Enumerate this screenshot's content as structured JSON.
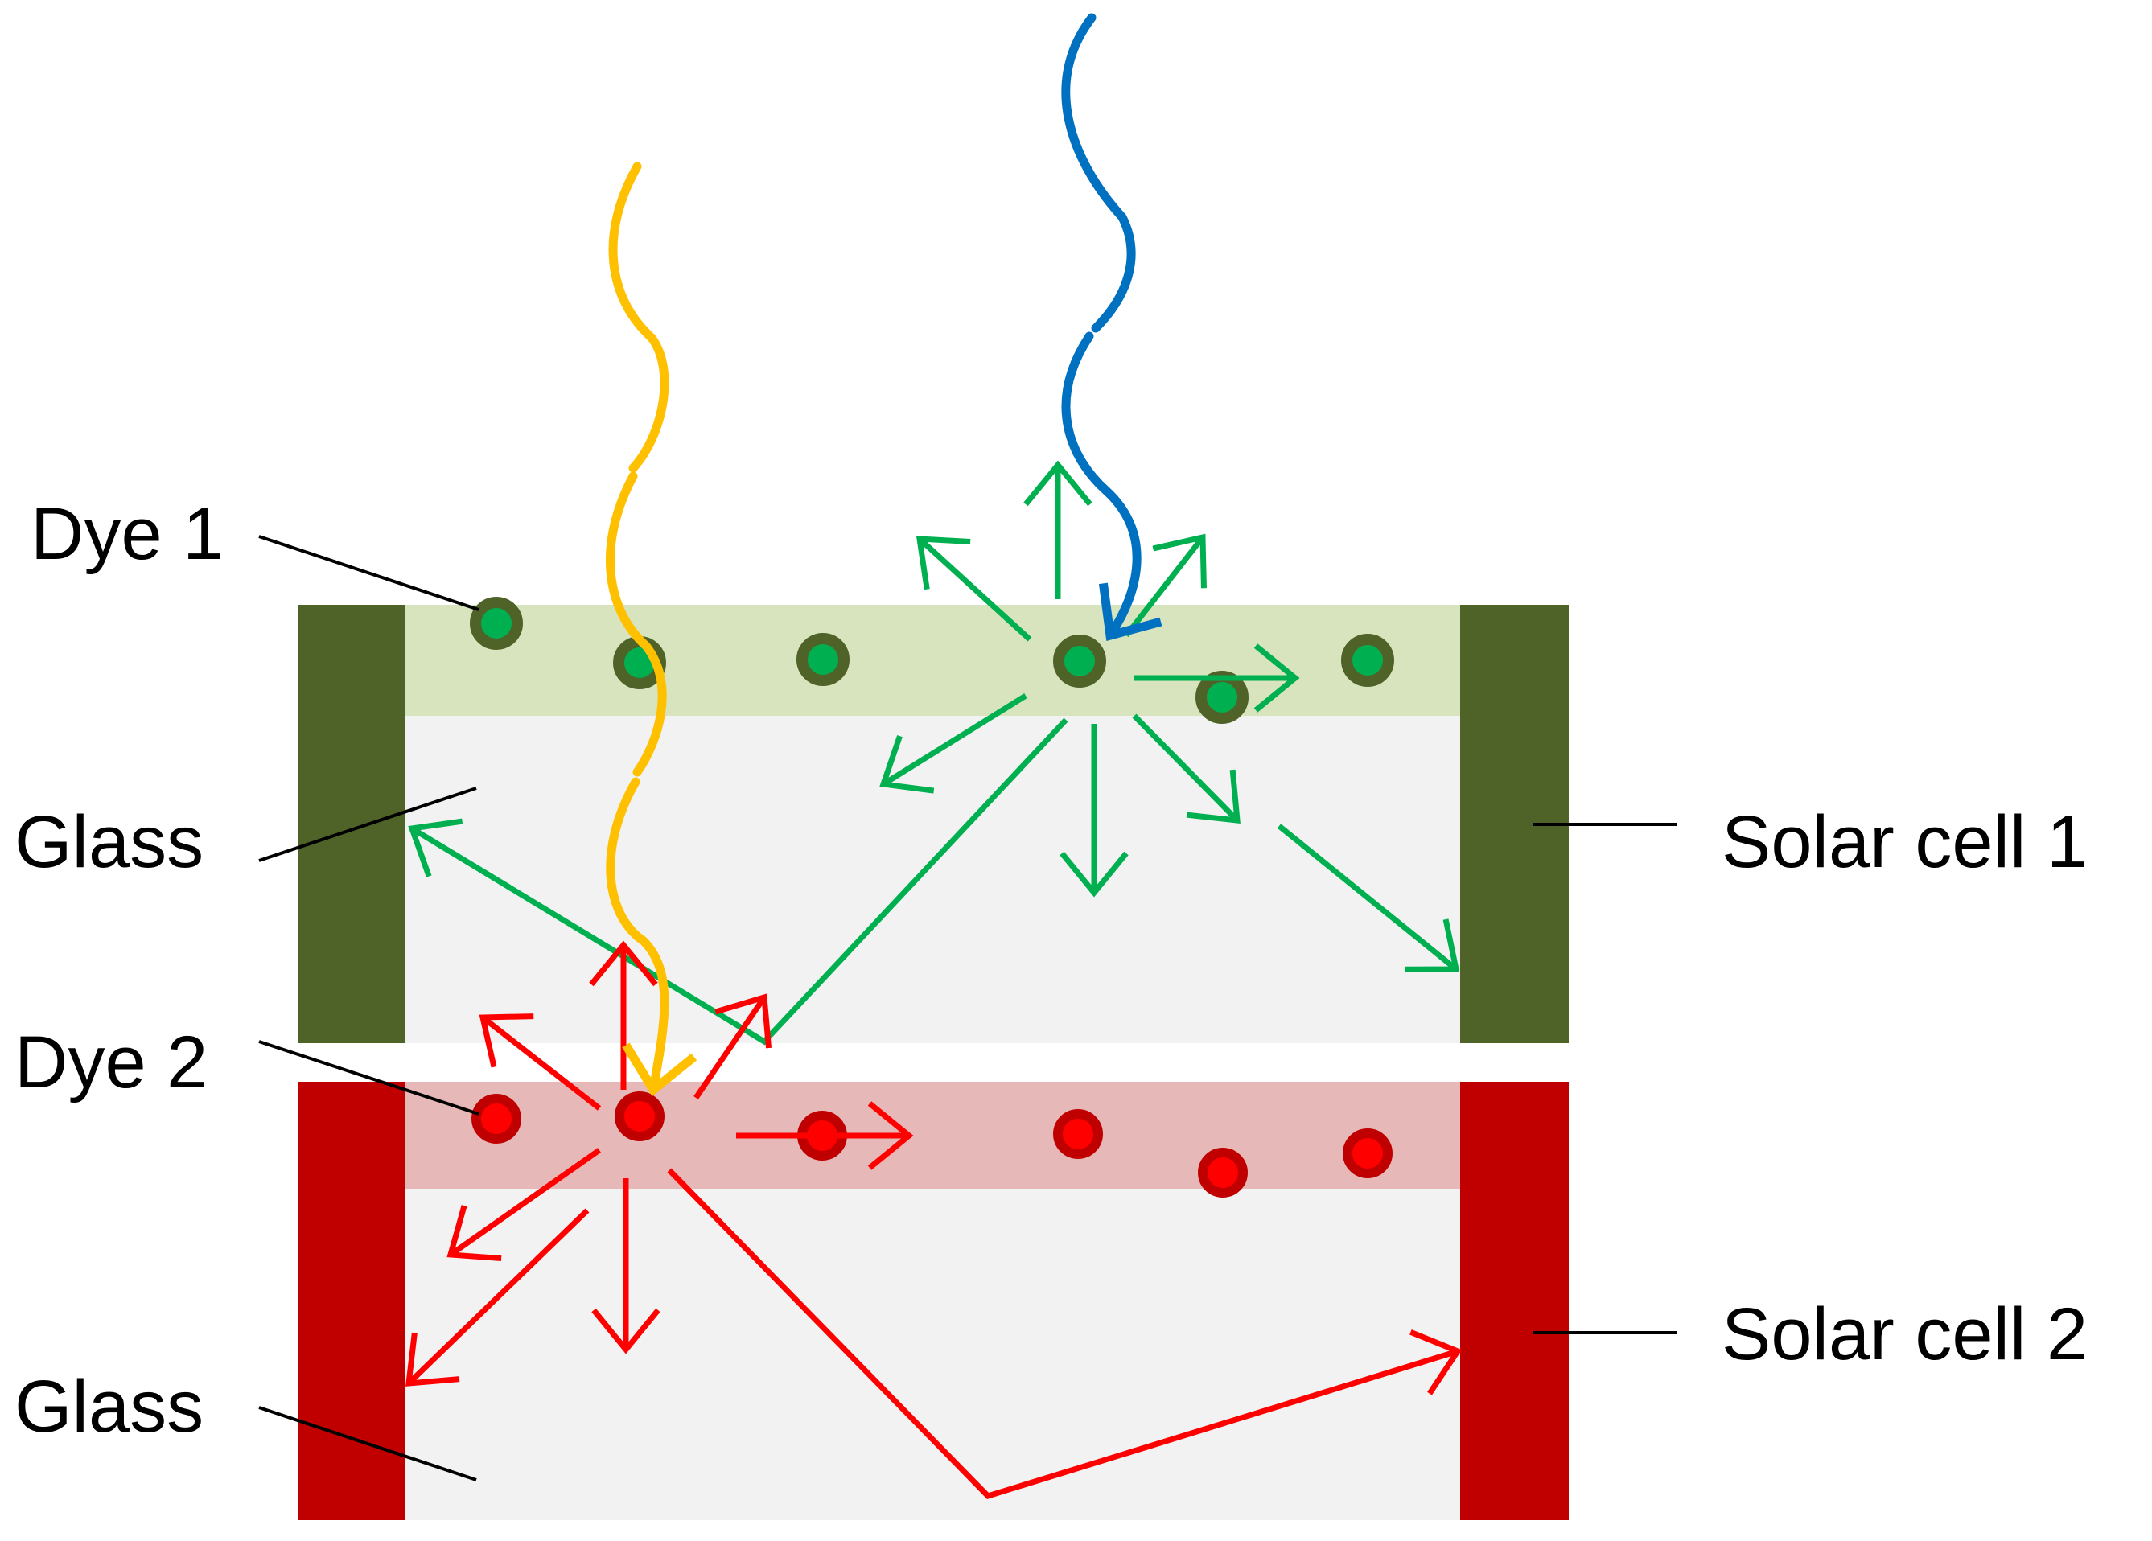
{
  "labels": {
    "dye1": "Dye 1",
    "glass1": "Glass",
    "dye2": "Dye 2",
    "glass2": "Glass",
    "solar_cell_1": "Solar cell 1",
    "solar_cell_2": "Solar cell 2"
  },
  "colors": {
    "layer1_cell": "#4f6228",
    "layer1_dye_band": "#d7e4bd",
    "layer1_glass": "#f2f2f2",
    "dye1_ring": "#4f6228",
    "dye1_core": "#00b050",
    "layer2_cell": "#c00000",
    "layer2_dye_band": "#e6b9b8",
    "layer2_glass": "#f2f2f2",
    "dye2_ring": "#c00000",
    "dye2_core": "#ff0000",
    "emission_green": "#00b050",
    "emission_red": "#ff0000",
    "photon_yellow": "#ffc000",
    "photon_blue": "#0070c0"
  },
  "icons": {
    "incoming_photon_1": "yellow-wavy-photon-arrow",
    "incoming_photon_2": "blue-wavy-photon-arrow"
  }
}
